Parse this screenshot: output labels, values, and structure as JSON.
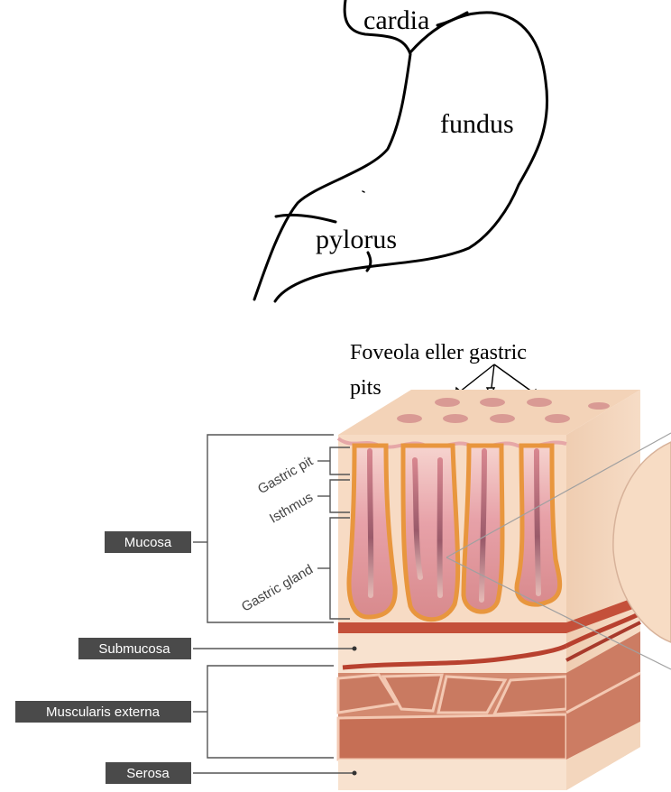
{
  "stomach_sketch": {
    "labels": {
      "cardia": "cardia",
      "fundus": "fundus",
      "pylorus": "pylorus"
    }
  },
  "annotation": {
    "line1": "Foveola eller gastric",
    "line2": "pits"
  },
  "wall_diagram": {
    "layer_labels": {
      "mucosa": "Mucosa",
      "submucosa": "Submucosa",
      "muscularis_externa": "Muscularis externa",
      "serosa": "Serosa"
    },
    "gland_labels": {
      "gastric_pit": "Gastric pit",
      "isthmus": "Isthmus",
      "gastric_gland": "Gastric gland"
    }
  },
  "colors": {
    "label_box": "#4a4a4a",
    "skin_light": "#f7dcc4",
    "skin_top": "#f3d2b6",
    "gland_pink": "#e9a3a8",
    "gland_orange": "#e8963e",
    "muscle": "#c97a61",
    "muscle_dark": "#a85544",
    "red_band": "#b8412f"
  }
}
